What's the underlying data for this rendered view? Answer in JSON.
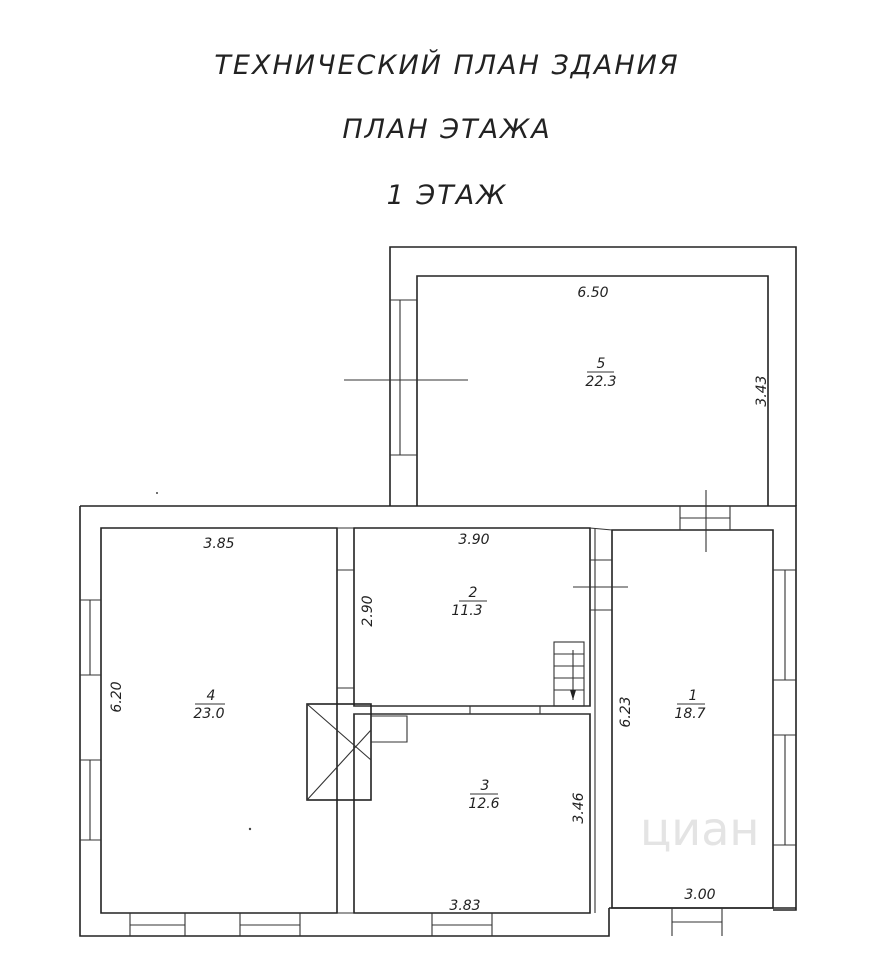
{
  "header": {
    "title": "ТЕХНИЧЕСКИЙ ПЛАН ЗДАНИЯ",
    "subtitle": "ПЛАН ЭТАЖА",
    "floor": "1 ЭТАЖ"
  },
  "rooms": [
    {
      "number": "1",
      "area": "18.7"
    },
    {
      "number": "2",
      "area": "11.3"
    },
    {
      "number": "3",
      "area": "12.6"
    },
    {
      "number": "4",
      "area": "23.0"
    },
    {
      "number": "5",
      "area": "22.3"
    }
  ],
  "dimensions": {
    "room5_width": "6.50",
    "room5_depth": "3.43",
    "room4_width": "3.85",
    "room4_depth": "6.20",
    "room2_width": "3.90",
    "room2_depth": "2.90",
    "room3_depth": "3.46",
    "room3_width": "3.83",
    "room1_depth": "6.23",
    "room1_width": "3.00"
  },
  "watermark": "циан"
}
